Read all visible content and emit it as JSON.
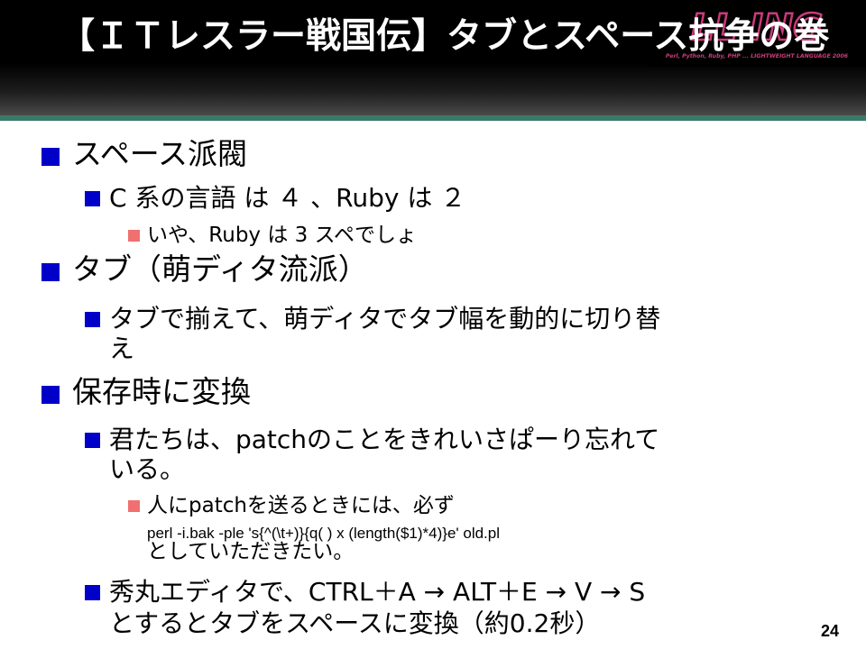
{
  "slide": {
    "title": "【ＩＴレスラー戦国伝】タブとスペース抗争の巻",
    "page_number": "24",
    "colors": {
      "title_bg": "#000000",
      "title_text": "#ffffff",
      "rule": "#3a7a68",
      "bullet_main": "#0000c8",
      "bullet_sub": "#f07070",
      "logo_pink": "#cc3a7a"
    },
    "logo": {
      "big_text": "LL ING",
      "tagline": "Perl, Python, Ruby, PHP ... LIGHTWEIGHT LANGUAGE 2006"
    }
  },
  "sections": [
    {
      "heading": "スペース派閥",
      "items": [
        {
          "text": "C 系の言語 は ４ 、Ruby は ２",
          "sub": [
            "いや、Ruby は 3 スペでしょ"
          ]
        }
      ]
    },
    {
      "heading": "タブ（萌ディタ流派）",
      "items": [
        {
          "text_line1": "タブで揃えて、萌ディタでタブ幅を動的に切り替",
          "text_line2": "え"
        }
      ]
    },
    {
      "heading": "保存時に変換",
      "items": [
        {
          "text_line1": "君たちは、patchのことをきれいさぱーり忘れて",
          "text_line2": "いる。",
          "sub": {
            "line1": "人にpatchを送るときには、必ず",
            "code": "perl -i.bak -ple 's{^(\\t+)}{q(  ) x (length($1)*4)}e' old.pl",
            "line3": "としていただきたい。"
          }
        },
        {
          "text_line1": "秀丸エディタで、CTRL＋A → ALT＋E → V → S",
          "text_line2": "とするとタブをスペースに変換（約0.2秒）"
        }
      ]
    }
  ]
}
